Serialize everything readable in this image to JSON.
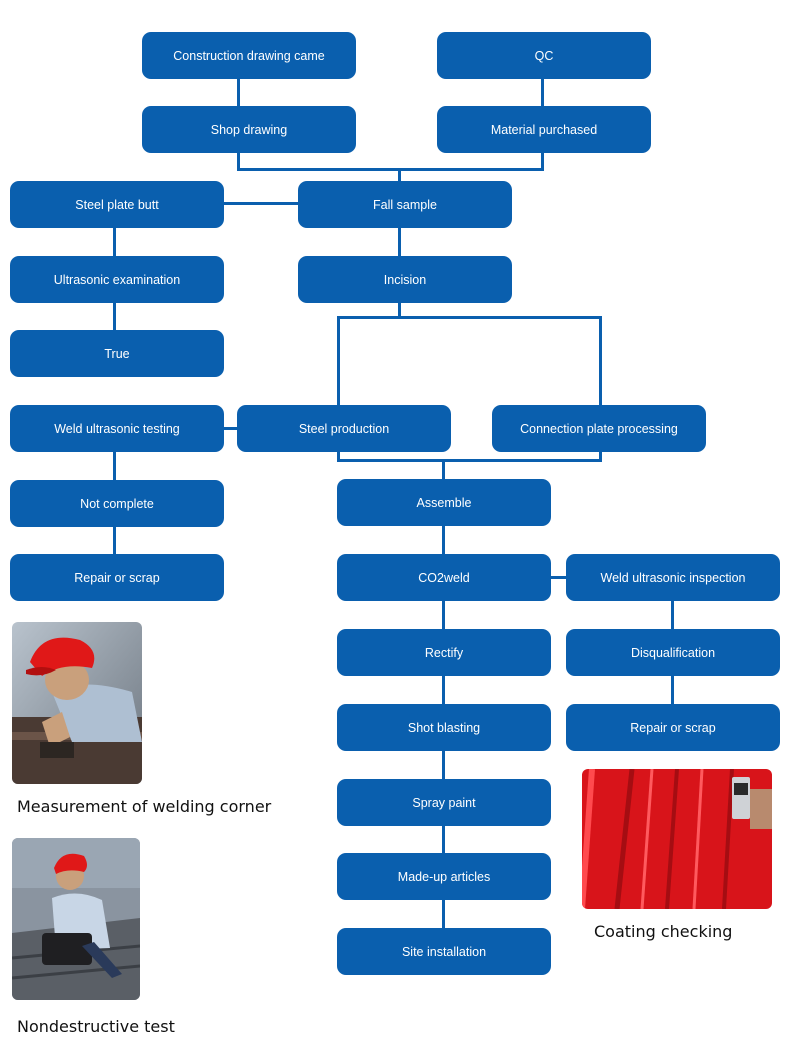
{
  "nodes": {
    "construction_drawing": "Construction drawing came",
    "shop_drawing": "Shop drawing",
    "qc": "QC",
    "material_purchased": "Material purchased",
    "steel_plate_butt": "Steel plate butt",
    "fall_sample": "Fall sample",
    "ultrasonic_examination": "Ultrasonic examination",
    "incision": "Incision",
    "true": "True",
    "weld_ultrasonic_testing": "Weld ultrasonic testing",
    "steel_production": "Steel production",
    "connection_plate_processing": "Connection plate processing",
    "not_complete": "Not complete",
    "assemble": "Assemble",
    "repair_or_scrap_left": "Repair or scrap",
    "co2weld": "CO2weld",
    "weld_ultrasonic_inspection": "Weld ultrasonic inspection",
    "rectify": "Rectify",
    "disqualification": "Disqualification",
    "shot_blasting": "Shot blasting",
    "repair_or_scrap_right": "Repair or scrap",
    "spray_paint": "Spray paint",
    "made_up_articles": "Made-up articles",
    "site_installation": "Site installation"
  },
  "captions": {
    "welding_corner": "Measurement of welding corner",
    "nondestructive": "Nondestructive test",
    "coating": "Coating checking"
  },
  "colors": {
    "node_fill": "#0a5fae",
    "connector": "#0a5fae"
  }
}
